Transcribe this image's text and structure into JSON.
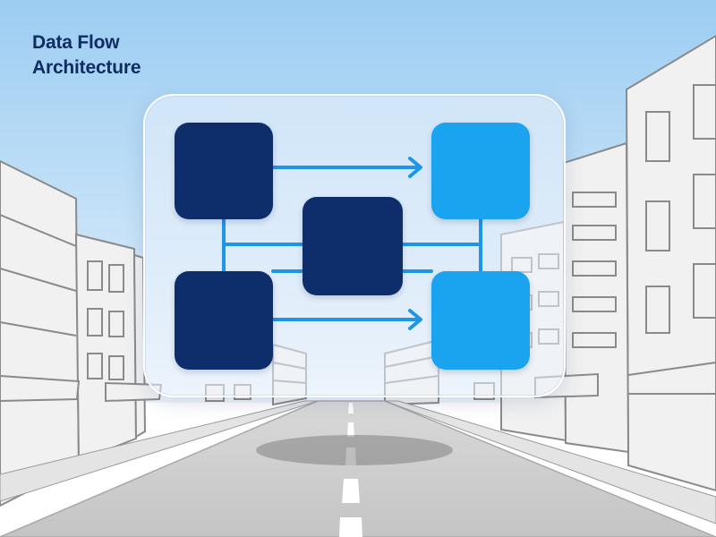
{
  "title_lines": [
    "Data Flow",
    "Architecture"
  ],
  "colors": {
    "title": "#0f2d63",
    "node_dark": "#0d2e6b",
    "node_light": "#1aa3ef",
    "connector": "#1e96e8",
    "sky_top": "#9ccdf2",
    "sky_bottom": "#e6f2fb",
    "building_fill": "#f1f1f1",
    "building_line": "#8a8a8a",
    "road": "#cdcdcd"
  },
  "diagram": {
    "nodes": [
      {
        "id": "in-top",
        "tone": "dark"
      },
      {
        "id": "in-bottom",
        "tone": "dark"
      },
      {
        "id": "center",
        "tone": "dark"
      },
      {
        "id": "out-top",
        "tone": "light"
      },
      {
        "id": "out-bottom",
        "tone": "light"
      }
    ],
    "edges": [
      {
        "from": "in-top",
        "to": "out-top",
        "arrow": true
      },
      {
        "from": "in-bottom",
        "to": "out-bottom",
        "arrow": true
      },
      {
        "from": "in-top",
        "to": "in-bottom",
        "arrow": false
      },
      {
        "from": "in-top",
        "to": "center",
        "arrow": false
      },
      {
        "from": "in-bottom",
        "to": "center",
        "arrow": false
      },
      {
        "from": "center",
        "to": "out-top",
        "arrow": false
      },
      {
        "from": "center",
        "to": "out-bottom",
        "arrow": false
      },
      {
        "from": "out-top",
        "to": "out-bottom",
        "arrow": false
      }
    ]
  },
  "background": {
    "description_type": "street-perspective",
    "elements": [
      "sky",
      "left-buildings",
      "right-buildings",
      "road",
      "lane-markings",
      "shadow"
    ]
  }
}
